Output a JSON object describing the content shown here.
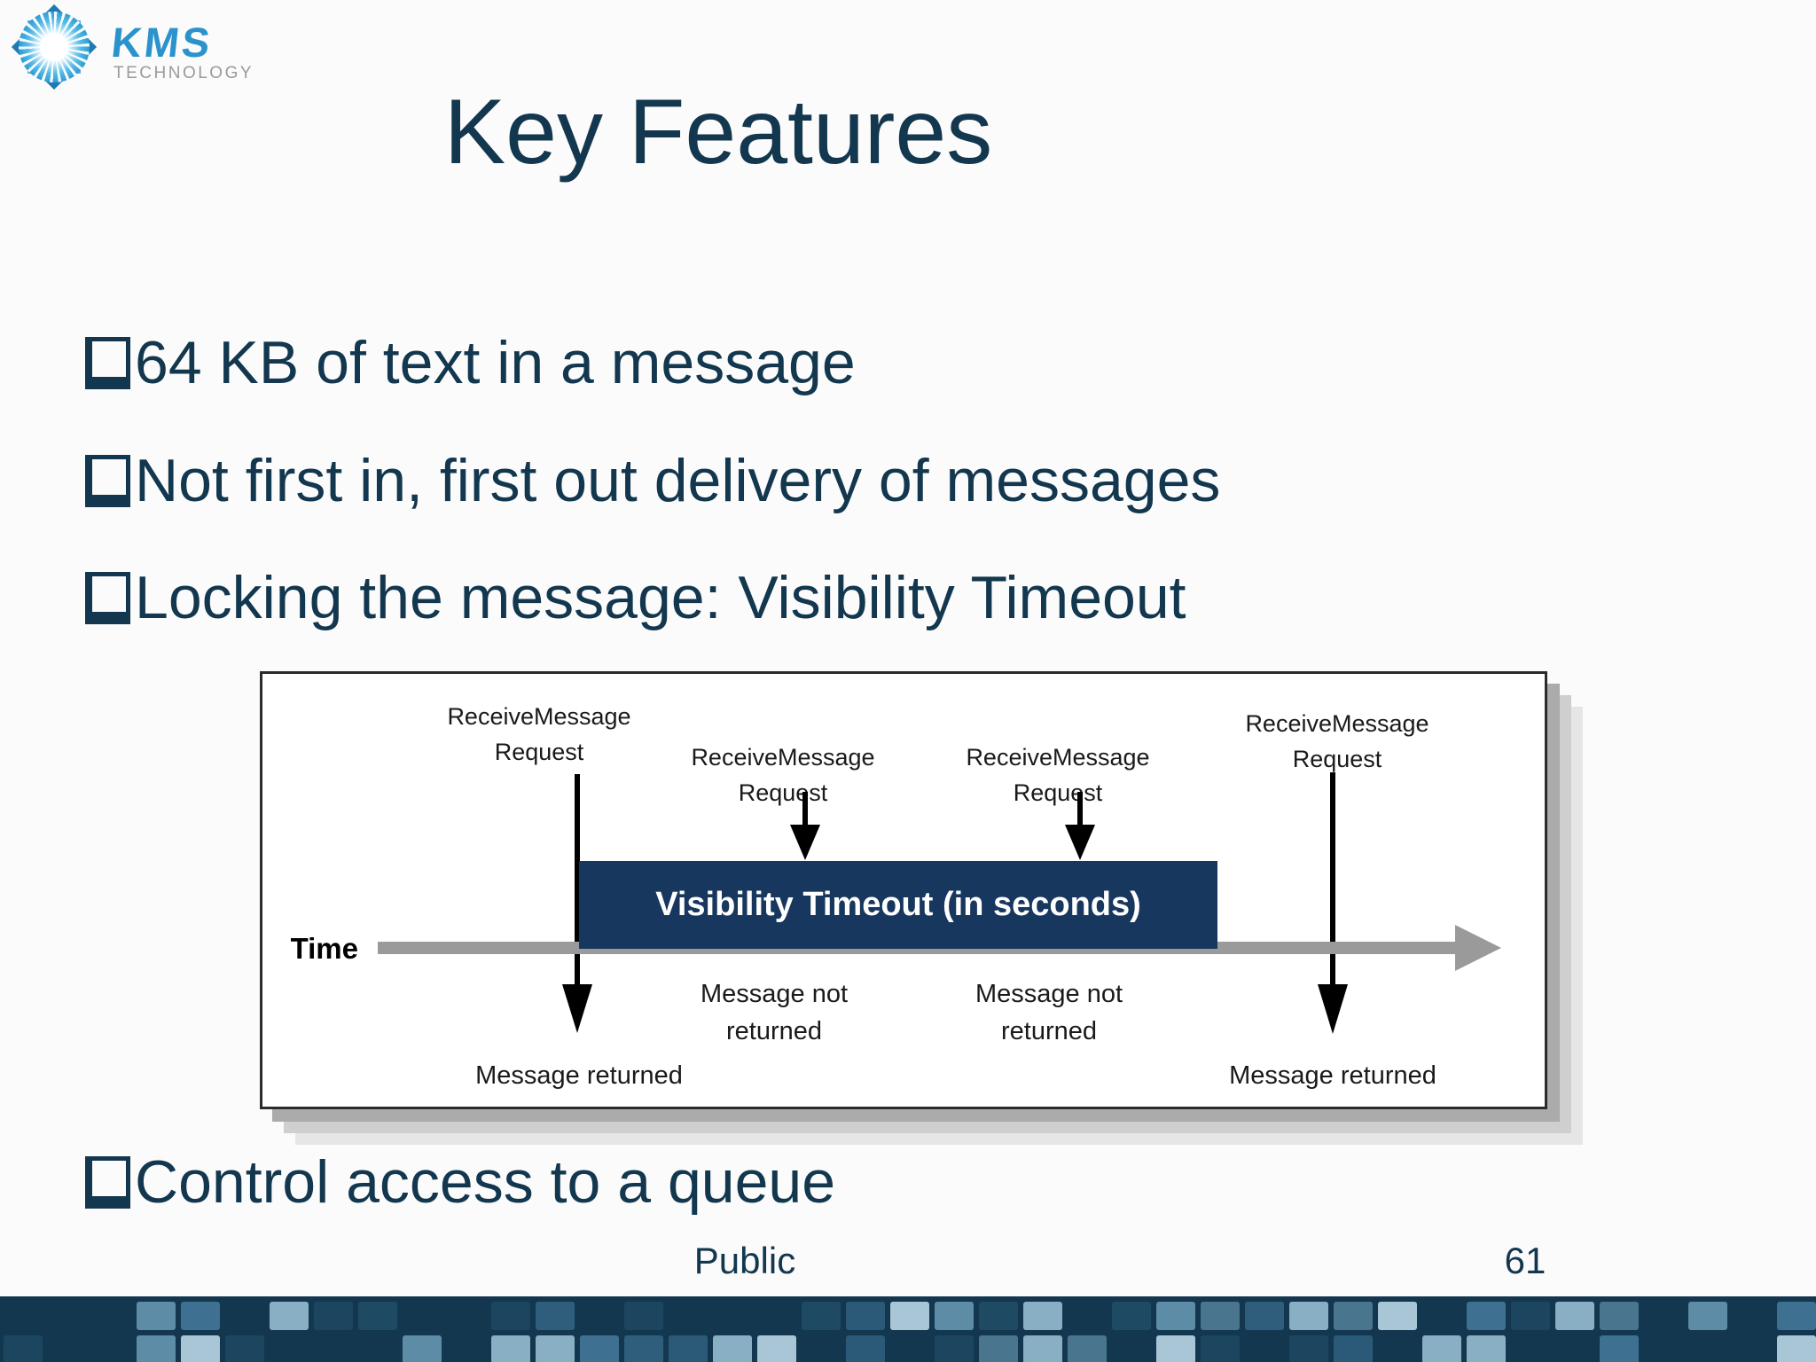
{
  "logo": {
    "brand": "KMS",
    "sub": "TECHNOLOGY"
  },
  "title": "Key Features",
  "bullets": [
    "64 KB of text in a message",
    "Not first in, first out delivery of messages",
    "Locking the message: Visibility Timeout",
    "Control access to a queue"
  ],
  "diagram": {
    "receive_request": {
      "line1": "ReceiveMessage",
      "line2": "Request"
    },
    "time_label": "Time",
    "bar_label": "Visibility Timeout (in seconds)",
    "message_returned": "Message returned",
    "message_not_returned": {
      "line1": "Message not",
      "line2": "returned"
    }
  },
  "footer": {
    "classification": "Public",
    "page_number": "61"
  },
  "colors": {
    "text_navy": "#12374e",
    "bar_navy": "#17375e",
    "timeline_gray": "#9a9a9a",
    "logo_blue": "#2b93cc",
    "logo_gray": "#9a9a9a"
  },
  "mosaic": {
    "background": "#143750",
    "palette": [
      "#143750",
      "#143750",
      "#1c4560",
      "#143750",
      "#2a5a78",
      "#3d7091",
      "#143750",
      "#5d8ca6",
      "#88afc4",
      "#1f4a63",
      "#a9c6d6",
      "#2f5e7c",
      "#143750",
      "#49758f"
    ]
  }
}
